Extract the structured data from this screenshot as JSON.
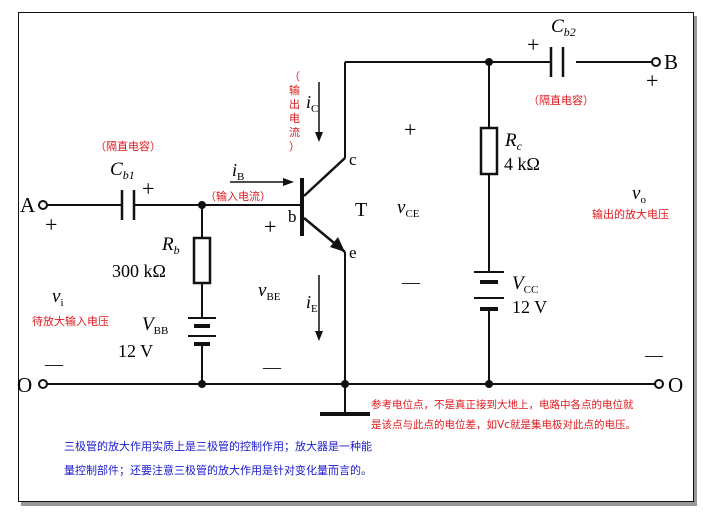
{
  "labels": {
    "terminal_a": "A",
    "terminal_b": "B",
    "terminal_o_left": "O",
    "terminal_o_right": "O",
    "cb1": "C",
    "cb1_sub": "b1",
    "cb2": "C",
    "cb2_sub": "b2",
    "rb": "R",
    "rb_sub": "b",
    "rb_value": "300 kΩ",
    "rc": "R",
    "rc_sub": "c",
    "rc_value": "4 kΩ",
    "vbb": "V",
    "vbb_sub": "BB",
    "vbb_value": "12 V",
    "vcc": "V",
    "vcc_sub": "CC",
    "vcc_value": "12 V",
    "transistor": "T",
    "pin_c": "c",
    "pin_b": "b",
    "pin_e": "e",
    "ib": "i",
    "ib_sub": "B",
    "ic": "i",
    "ic_sub": "C",
    "ie": "i",
    "ie_sub": "E",
    "vi": "v",
    "vi_sub": "i",
    "vo": "v",
    "vo_sub": "o",
    "vbe": "v",
    "vbe_sub": "BE",
    "vce": "v",
    "vce_sub": "CE",
    "plus": "+",
    "minus": "—"
  },
  "annotations": {
    "blocking_capacitor_left": "（隔直电容）",
    "blocking_capacitor_right": "（隔直电容）",
    "input_current": "（输入电流）",
    "output_current": [
      "（",
      "输",
      "出",
      "电",
      "流",
      "）"
    ],
    "input_voltage": "待放大输入电压",
    "output_voltage": "输出的放大电压",
    "reference_note_line1": "参考电位点，不是真正接到大地上，电路中各点的电位就",
    "reference_note_line2": "是该点与此点的电位差，如Vc就是集电极对此点的电压。",
    "summary_line1": "三极管的放大作用实质上是三极管的控制作用；放大器是一种能",
    "summary_line2": "量控制部件；还要注意三极管的放大作用是针对变化量而言的。"
  }
}
